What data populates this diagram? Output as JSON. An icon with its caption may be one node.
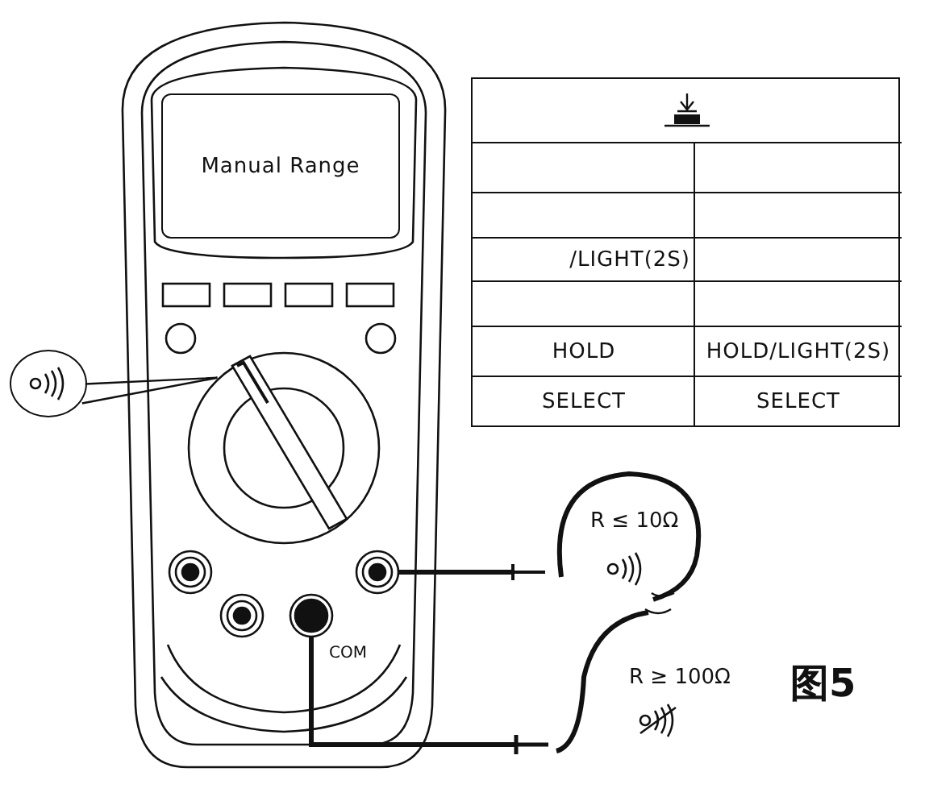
{
  "diagram": {
    "caption": "图5",
    "nodes": [
      {
        "text": [
          "Manual Range"
        ]
      },
      {
        "text": [],
        "shape": "circle"
      },
      {
        "text": [],
        "shape": "circle"
      }
    ],
    "edges": [
      {
        "from": 1,
        "to": 2,
        "arrow": "none"
      }
    ],
    "labels": [
      "/LIGHT(2S)",
      "HOLD",
      "HOLD/LIGHT(2S)",
      "SELECT",
      "SELECT",
      "R ≤ 10Ω",
      "COM",
      "R ≥ 100Ω"
    ]
  }
}
